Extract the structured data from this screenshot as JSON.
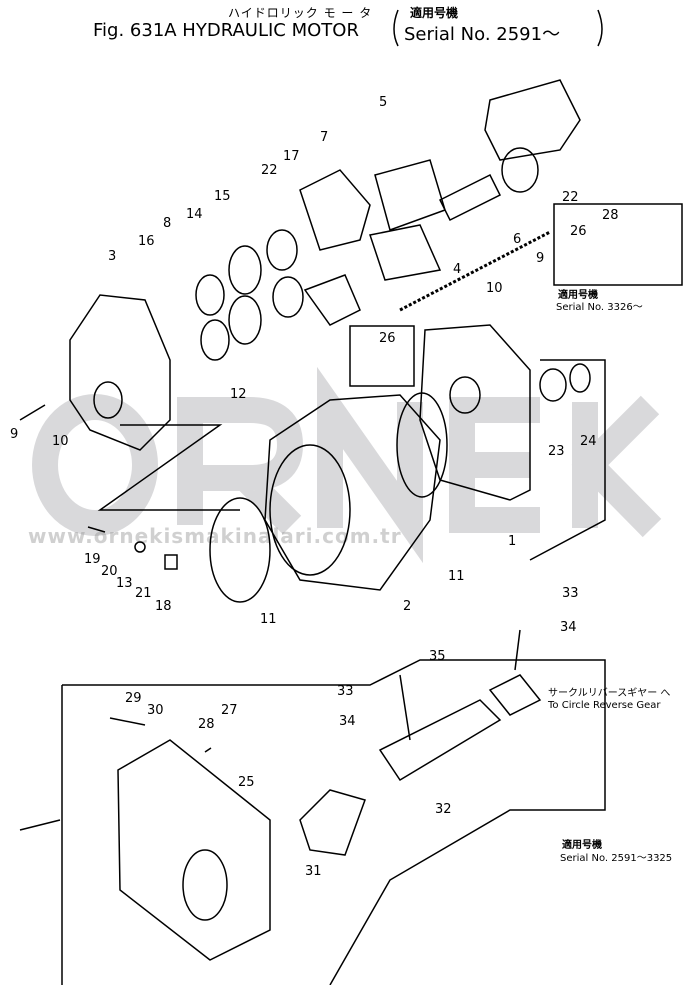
{
  "header": {
    "title_jp": "ハイドロリック モ ー タ",
    "title_en": "Fig. 631A HYDRAULIC MOTOR",
    "serial_jp": "適用号機",
    "serial_en": "Serial No. 2591～"
  },
  "notes": {
    "inset_jp": "適用号機",
    "inset_serial": "Serial No. 3326～",
    "circle_reverse_jp": "サークルリバースギヤー へ",
    "circle_reverse_en": "To Circle Reverse Gear",
    "lower_jp": "適用号機",
    "lower_serial": "Serial No. 2591～3325"
  },
  "watermark": {
    "logo": "ORNEK",
    "url": "www.ornekismakinalari.com.tr"
  },
  "callouts": [
    "5",
    "7",
    "22",
    "17",
    "15",
    "14",
    "8",
    "16",
    "3",
    "22",
    "6",
    "4",
    "26",
    "28",
    "9",
    "10",
    "26",
    "12",
    "9",
    "10",
    "23",
    "24",
    "1",
    "11",
    "2",
    "11",
    "19",
    "20",
    "13",
    "21",
    "18",
    "33",
    "34",
    "35",
    "33",
    "34",
    "29",
    "30",
    "28",
    "27",
    "25",
    "32",
    "31"
  ]
}
